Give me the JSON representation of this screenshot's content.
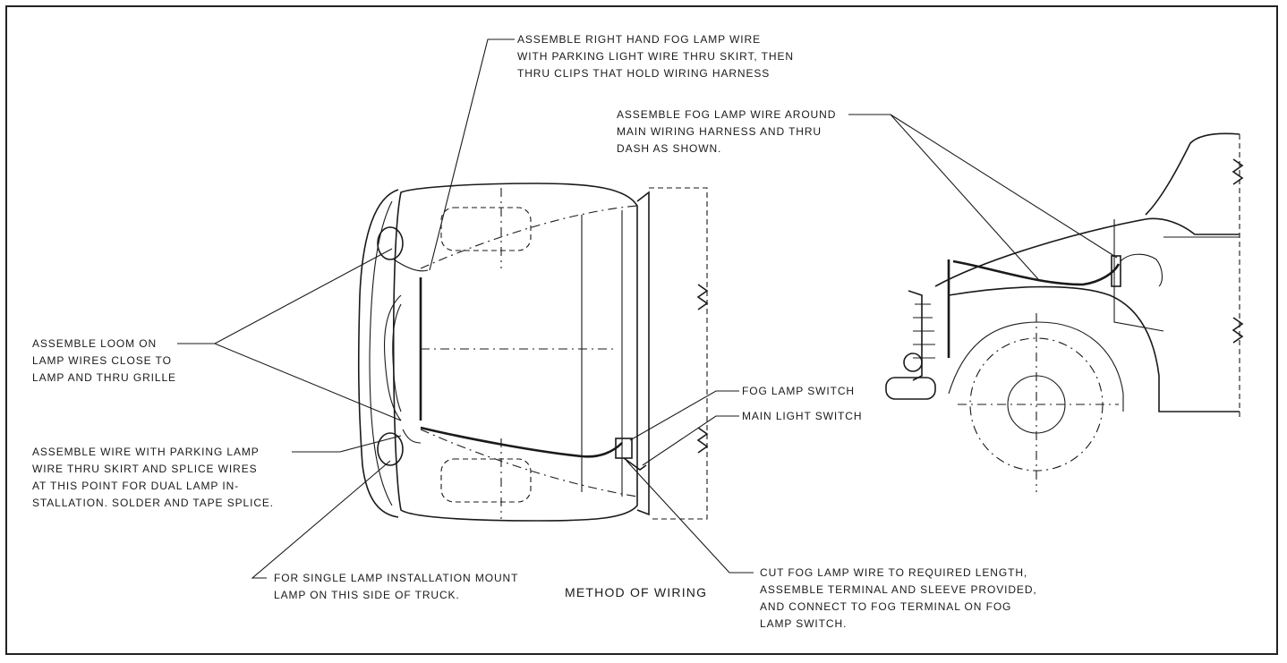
{
  "diagram": {
    "title": "METHOD OF WIRING",
    "notes": {
      "right_fog_lamp": [
        "ASSEMBLE RIGHT HAND FOG LAMP WIRE",
        "WITH PARKING LIGHT WIRE THRU SKIRT, THEN",
        "THRU CLIPS THAT HOLD WIRING HARNESS"
      ],
      "fog_lamp_wire_around": [
        "ASSEMBLE FOG LAMP WIRE AROUND",
        "MAIN WIRING HARNESS AND THRU",
        "DASH AS SHOWN."
      ],
      "assemble_loom": [
        "ASSEMBLE LOOM ON",
        "LAMP WIRES CLOSE TO",
        "LAMP AND THRU GRILLE"
      ],
      "parking_lamp_splice": [
        "ASSEMBLE WIRE WITH PARKING LAMP",
        "WIRE THRU SKIRT AND SPLICE WIRES",
        "AT THIS POINT FOR DUAL LAMP IN-",
        "STALLATION. SOLDER AND TAPE SPLICE."
      ],
      "single_lamp": [
        "FOR SINGLE LAMP INSTALLATION MOUNT",
        "LAMP ON THIS SIDE OF TRUCK."
      ],
      "fog_lamp_switch": "FOG LAMP SWITCH",
      "main_light_switch": "MAIN LIGHT SWITCH",
      "cut_fog_wire": [
        "CUT FOG LAMP WIRE TO REQUIRED LENGTH,",
        "ASSEMBLE TERMINAL AND SLEEVE PROVIDED,",
        "AND CONNECT TO FOG TERMINAL ON FOG",
        "LAMP SWITCH."
      ]
    }
  }
}
